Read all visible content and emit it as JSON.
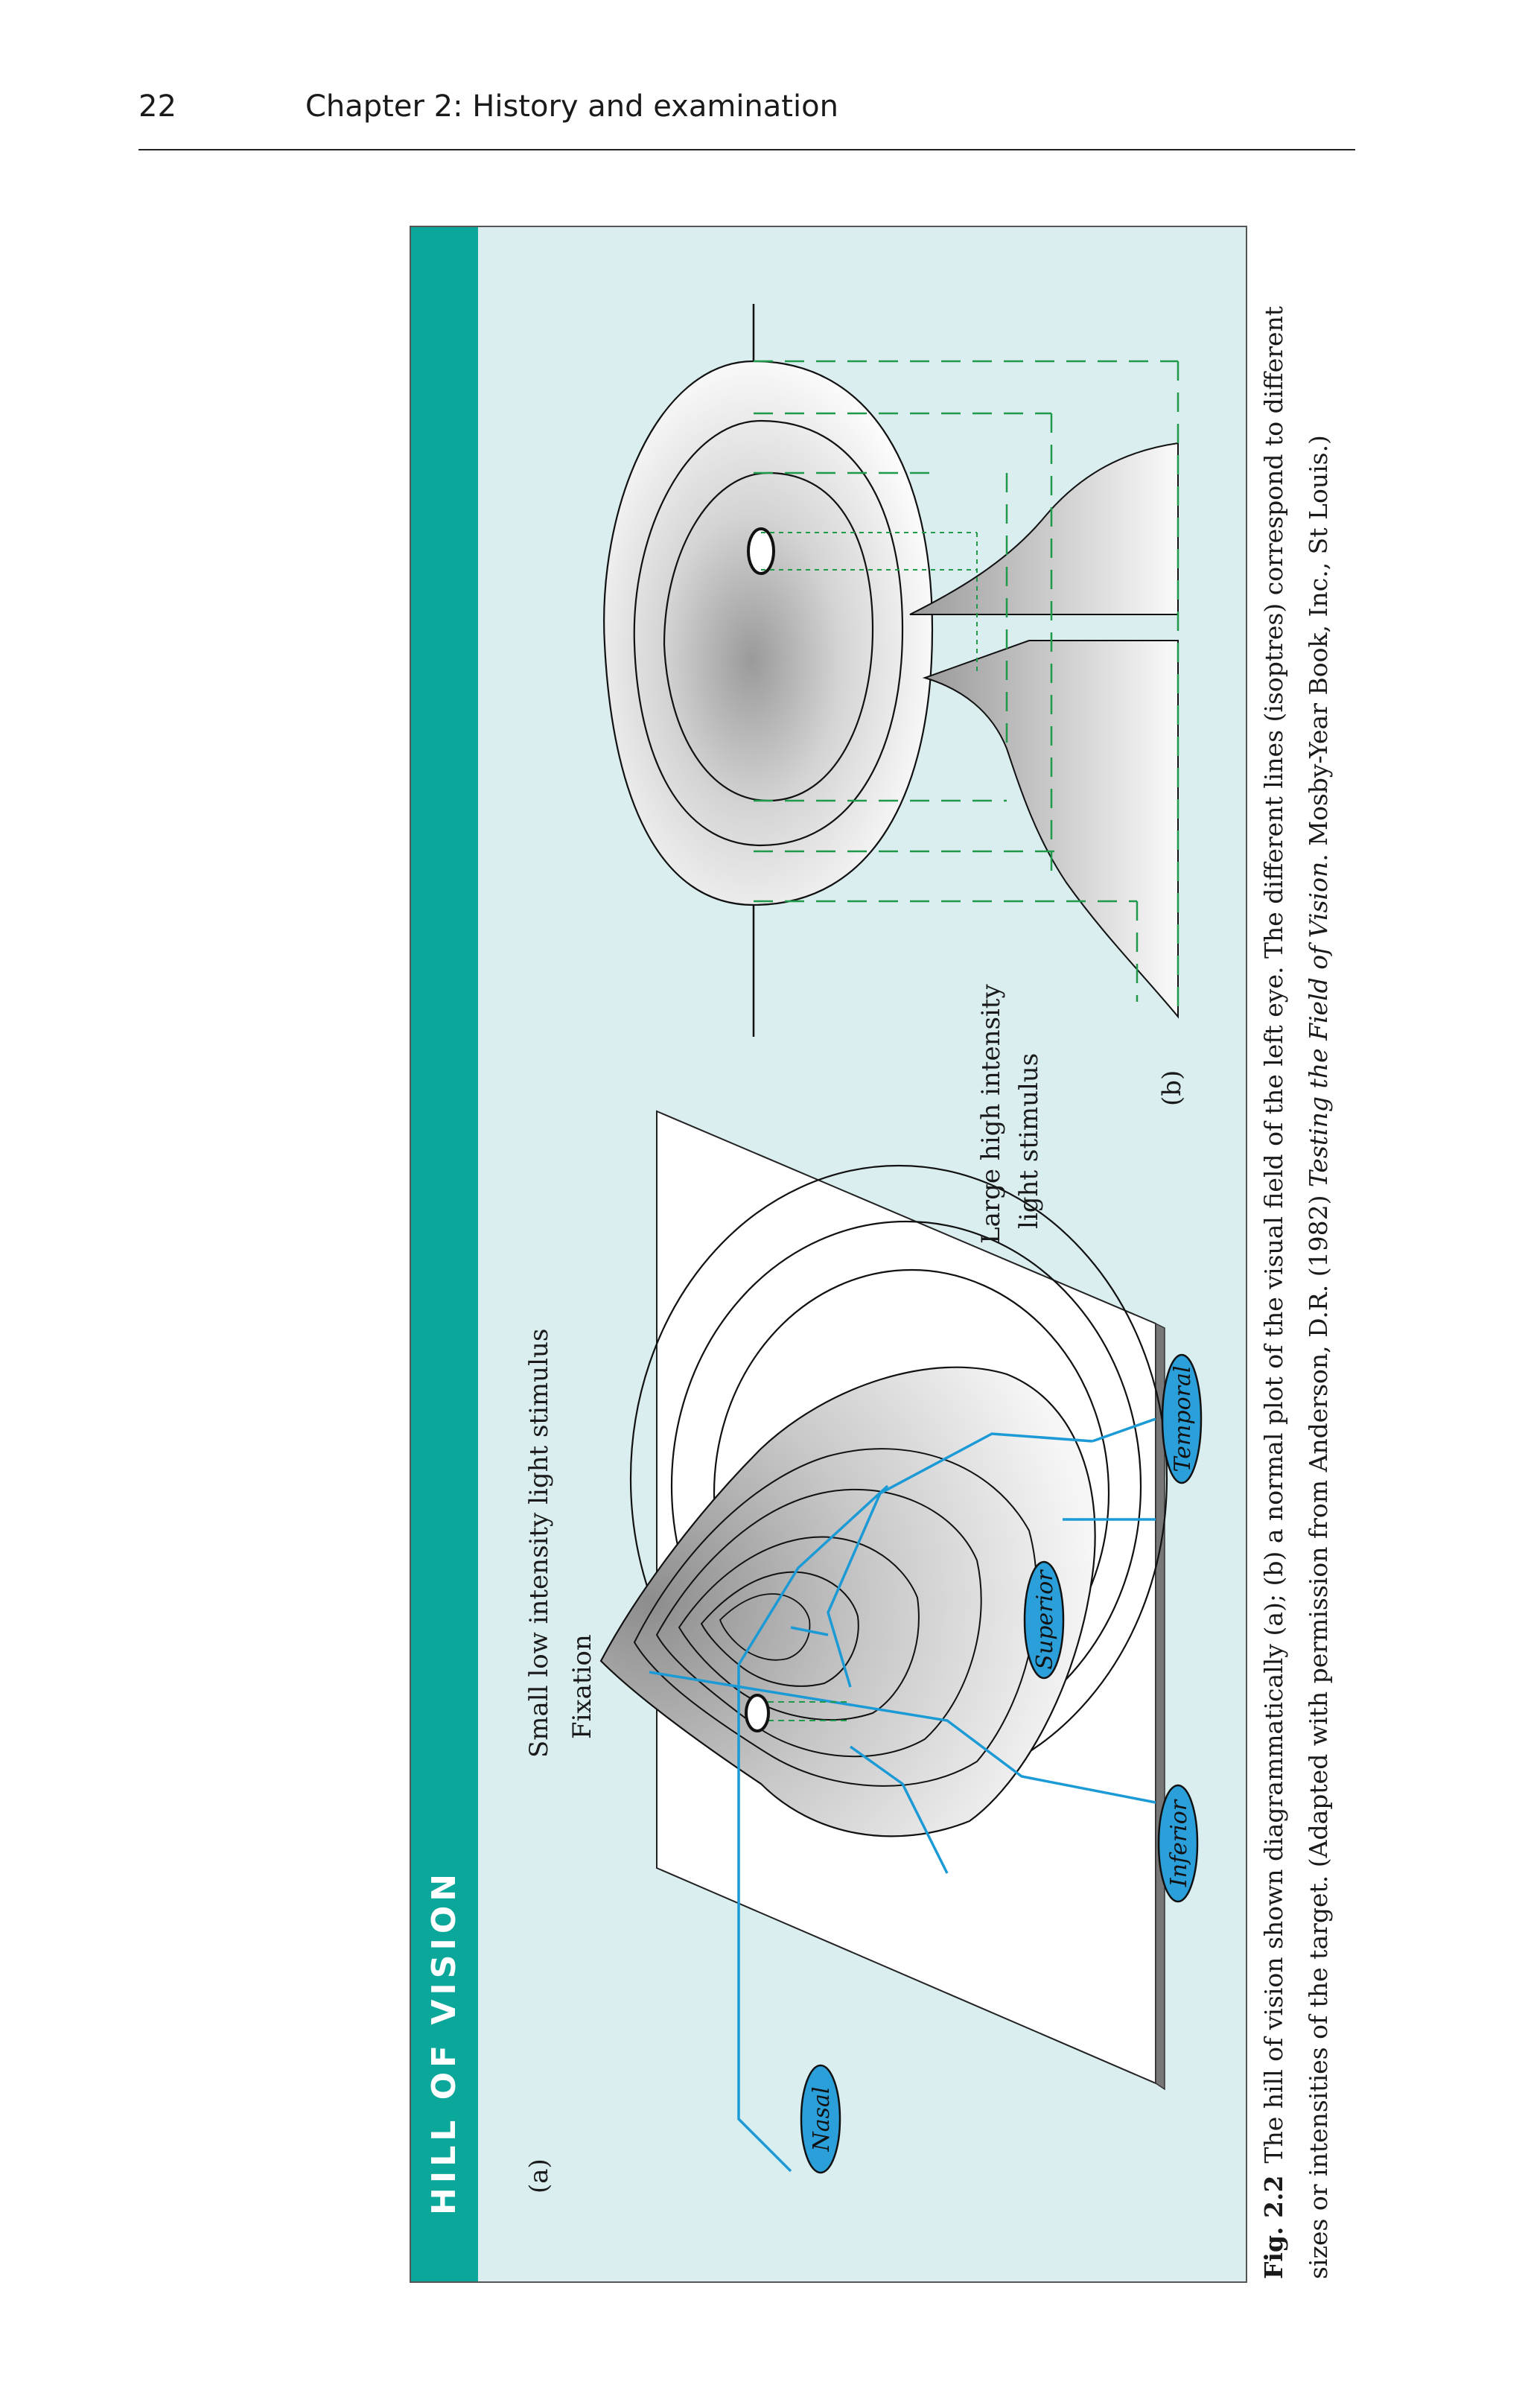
{
  "header": {
    "page_number": "22",
    "chapter_title": "Chapter 2: History and examination"
  },
  "figure": {
    "title": "HILL OF VISION",
    "panel_a_label": "(a)",
    "panel_b_label": "(b)",
    "label_small_stimulus": "Small low intensity light stimulus",
    "label_fixation": "Fixation",
    "label_large_stimulus_line1": "Large high intensity",
    "label_large_stimulus_line2": "light stimulus",
    "pill_nasal": "Nasal",
    "pill_superior": "Superior",
    "pill_temporal": "Temporal",
    "pill_inferior": "Inferior",
    "colors": {
      "title_strip": "#0aa79a",
      "panel_bg": "#daeef0",
      "pill_fill": "#2b9fd9",
      "guide_line": "#1b9ad6",
      "dashed_green": "#1f9a4a"
    }
  },
  "caption": {
    "fig_label": "Fig. 2.2",
    "text_part1": "The hill of vision shown diagrammatically (a); (b) a normal plot of the visual field of the left eye. The different lines (isoptres) correspond to different sizes or intensities of the target. (Adapted with permission from Anderson, D.R. (1982) ",
    "book_title": "Testing the Field of Vision",
    "text_part2": ". Mosby-Year Book, Inc., St Louis.)"
  }
}
